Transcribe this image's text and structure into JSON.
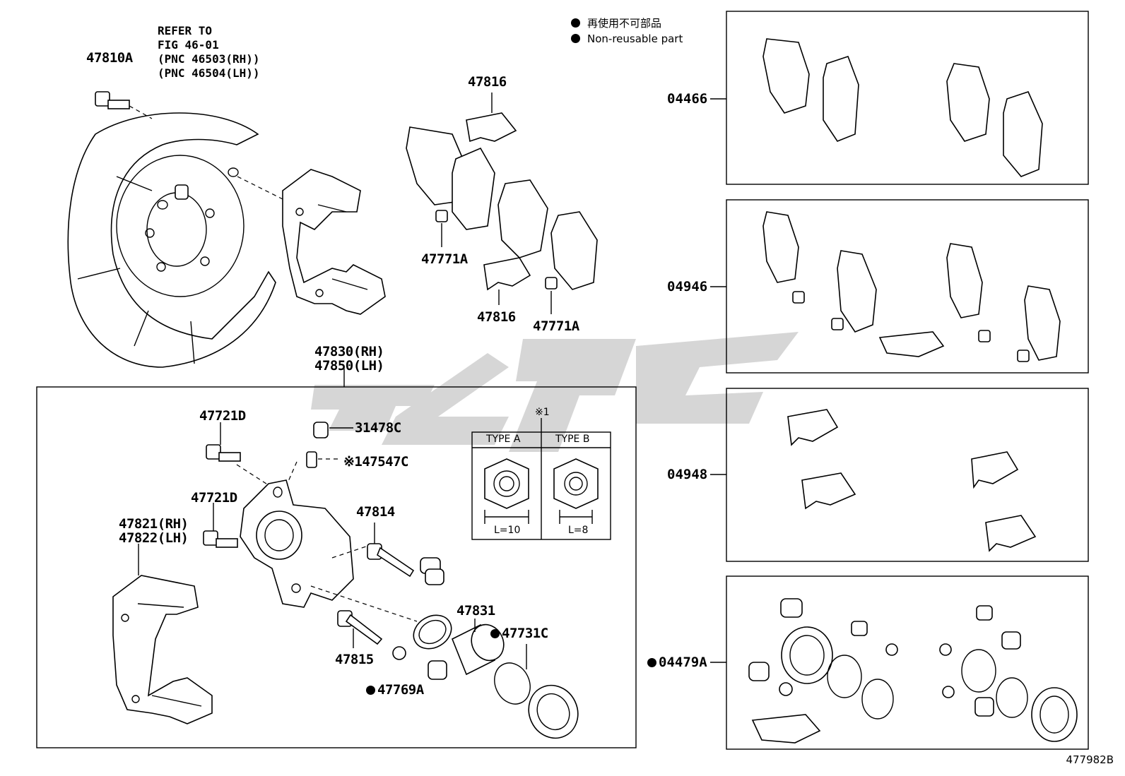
{
  "legend": {
    "jp": "再使用不可部品",
    "en": "Non-reusable part"
  },
  "reference": {
    "line1": "REFER TO",
    "line2": "FIG 46-01",
    "line3": "(PNC 46503(RH))",
    "line4": "(PNC 46504(LH))"
  },
  "labels": {
    "p47810A": "47810A",
    "p47816_top": "47816",
    "p47771A_left": "47771A",
    "p47816_bottom": "47816",
    "p47771A_right": "47771A",
    "p47830": "47830(RH)",
    "p47850": "47850(LH)",
    "p47721D_top": "47721D",
    "p31478C": "31478C",
    "p47547C": "※147547C",
    "p47721D_mid": "47721D",
    "p47821": "47821(RH)",
    "p47822": "47822(LH)",
    "p47814": "47814",
    "p47831": "47831",
    "p47731C": "47731C",
    "p47815": "47815",
    "p47769A": "47769A"
  },
  "inset": {
    "marker": "※1",
    "type_a": "TYPE A",
    "type_b": "TYPE B",
    "len_a": "L=10",
    "len_b": "L=8"
  },
  "kits": [
    {
      "code": "04466",
      "non_reusable": false
    },
    {
      "code": "04946",
      "non_reusable": false
    },
    {
      "code": "04948",
      "non_reusable": false
    },
    {
      "code": "04479A",
      "non_reusable": true
    }
  ],
  "figure_number": "477982B",
  "colors": {
    "ink": "#000000",
    "watermark": "#c8c8c8",
    "background": "#ffffff"
  }
}
